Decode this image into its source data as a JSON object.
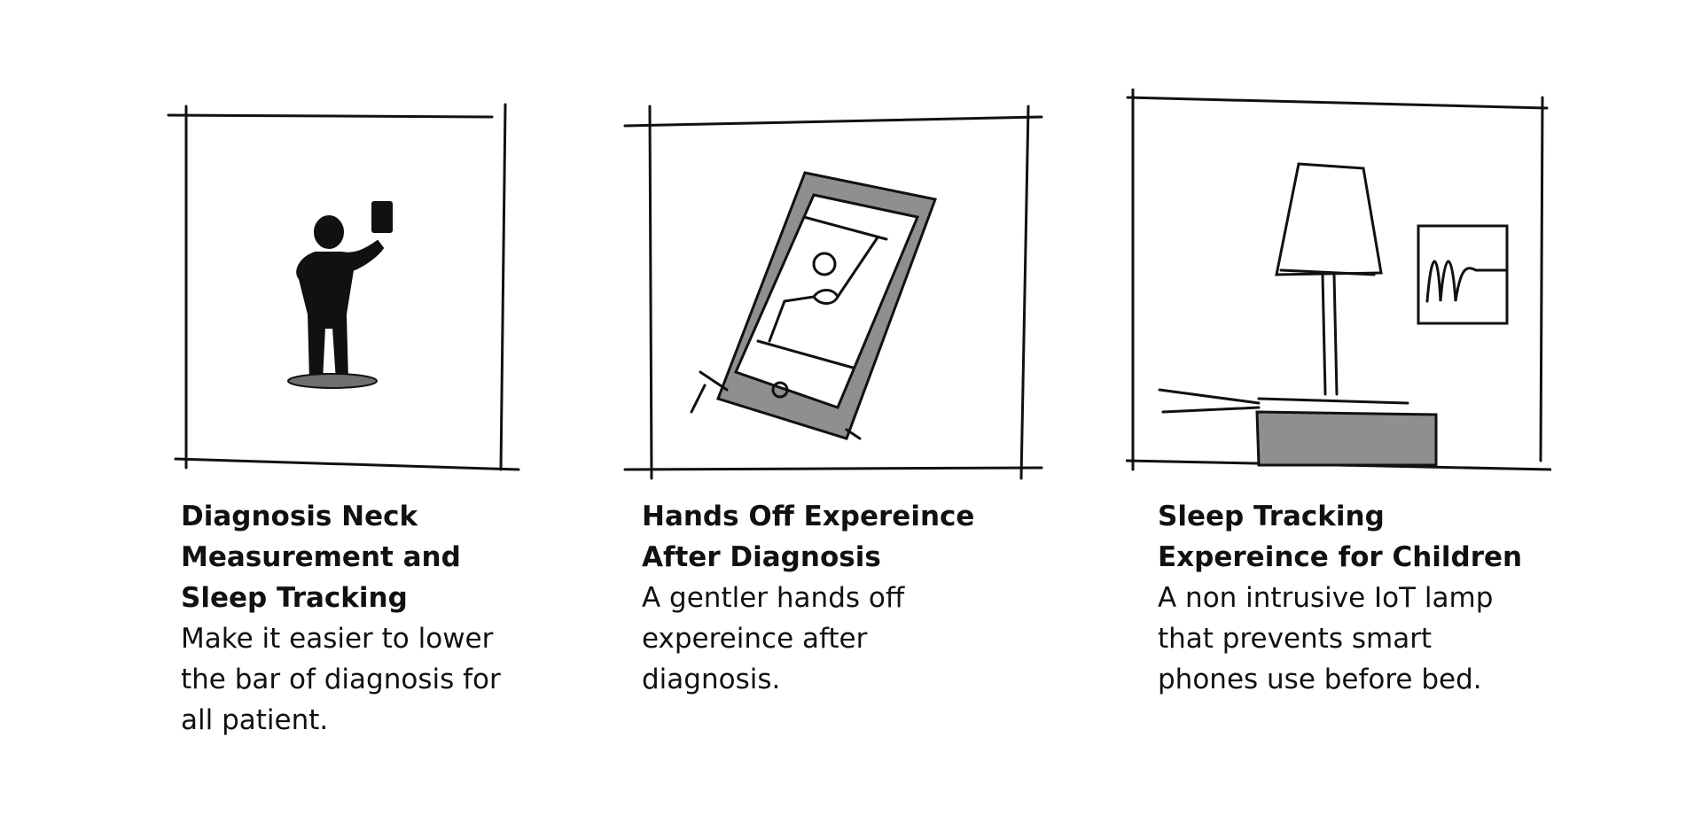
{
  "panels": [
    {
      "title": "Diagnosis Neck\nMeasurement and\nSleep Tracking",
      "body": "Make it easier to lower\nthe bar of diagnosis for\nall patient."
    },
    {
      "title": "Hands Off Expereince\nAfter Diagnosis",
      "body": "A gentler hands off\nexpereince after diagnosis."
    },
    {
      "title": "Sleep Tracking\nExpereince for Children",
      "body": "A non intrusive IoT lamp\nthat prevents smart\nphones use before bed."
    }
  ],
  "colors": {
    "ink": "#111111",
    "fill": "#8f8f8f"
  }
}
